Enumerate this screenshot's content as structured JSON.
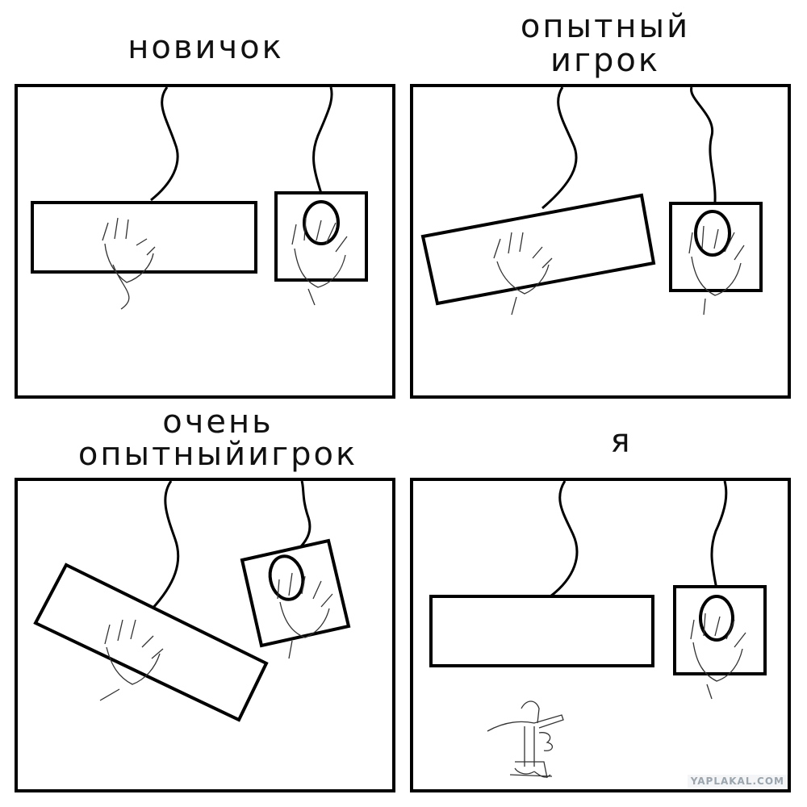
{
  "panels": [
    {
      "caption": "новичок"
    },
    {
      "caption_line1": "опытный",
      "caption_line2": "игрок"
    },
    {
      "caption_line1": "очень",
      "caption_line2": "опытныйигрок"
    },
    {
      "caption": "я"
    }
  ],
  "watermark": "YAPLAKAL.COM",
  "colors": {
    "line": "#000000",
    "sketch": "#333333",
    "background": "#ffffff"
  }
}
